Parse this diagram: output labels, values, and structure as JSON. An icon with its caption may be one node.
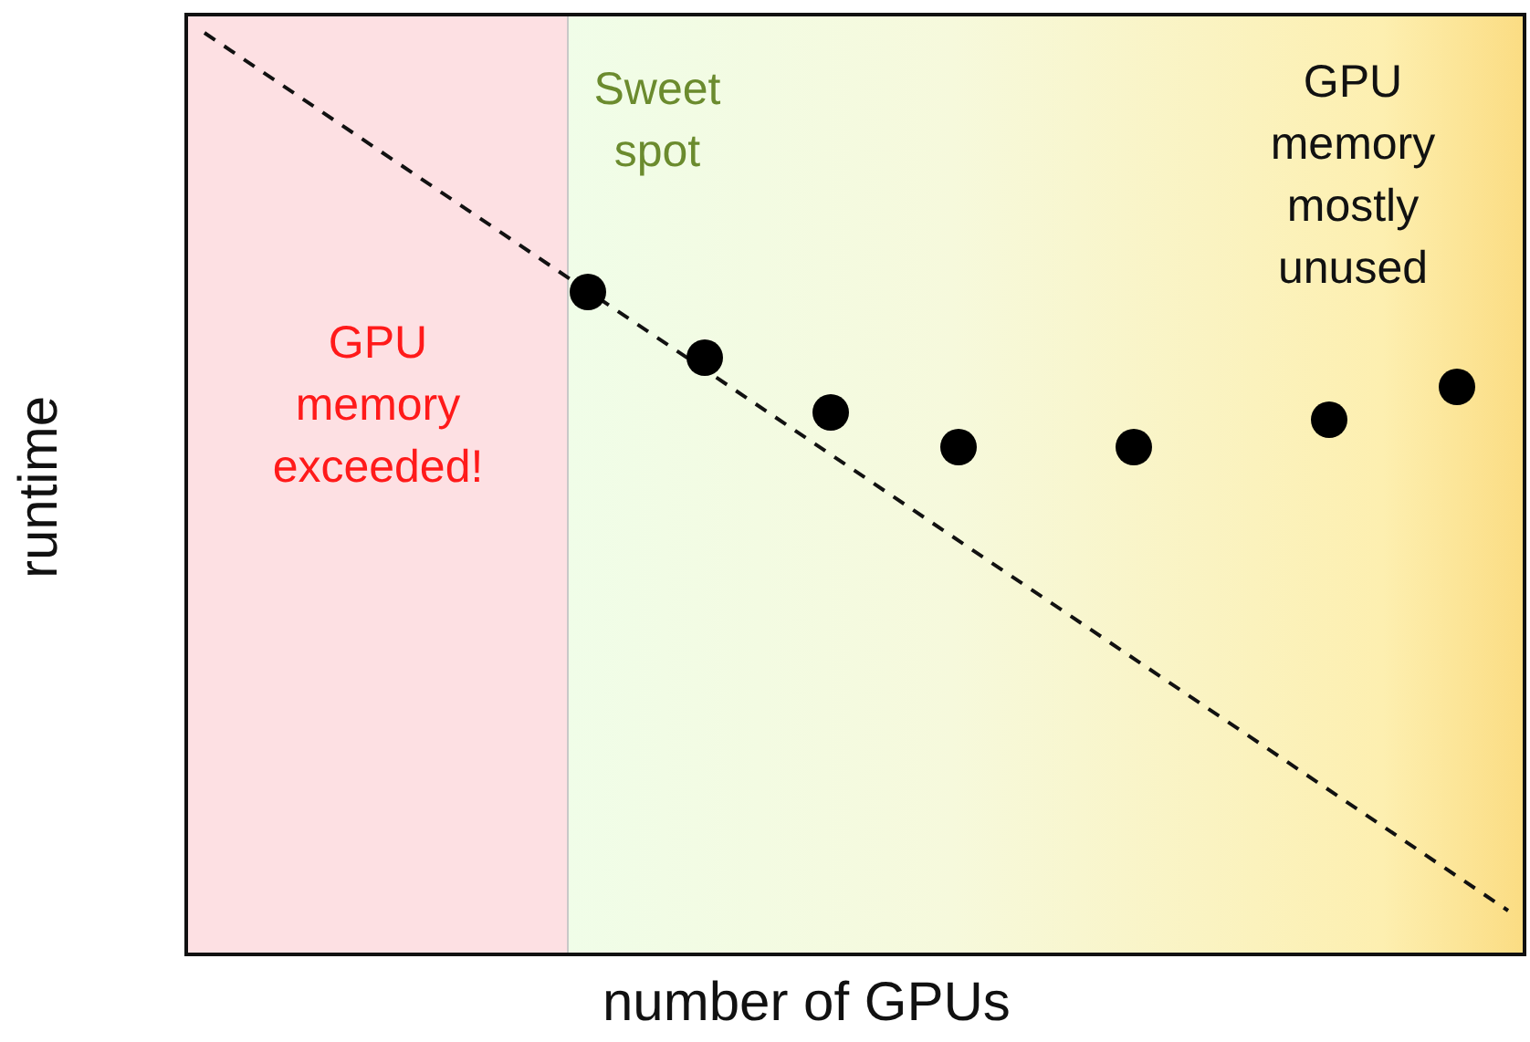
{
  "diagram": {
    "nodes": [
      {
        "text": [
          "GPU memory exceeded!"
        ]
      },
      {
        "text": [
          "Sweet spot",
          "GPU memory mostly unused"
        ]
      }
    ],
    "labels": [
      "runtime",
      "number of GPUs"
    ]
  }
}
